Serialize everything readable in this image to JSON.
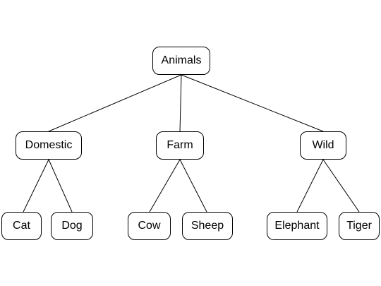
{
  "tree": {
    "root": {
      "label": "Animals"
    },
    "groups": [
      {
        "label": "Domestic",
        "children": [
          {
            "label": "Cat"
          },
          {
            "label": "Dog"
          }
        ]
      },
      {
        "label": "Farm",
        "children": [
          {
            "label": "Cow"
          },
          {
            "label": "Sheep"
          }
        ]
      },
      {
        "label": "Wild",
        "children": [
          {
            "label": "Elephant"
          },
          {
            "label": "Tiger"
          }
        ]
      }
    ]
  },
  "colors": {
    "line": "#000000",
    "node_border": "#000000",
    "background": "#ffffff"
  }
}
